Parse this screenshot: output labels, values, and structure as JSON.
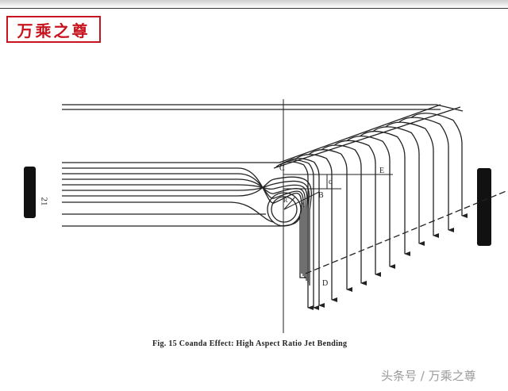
{
  "stamp": {
    "text": "万乘之尊",
    "color": "#c8141e"
  },
  "page_number": "21",
  "labels": {
    "C": "C",
    "E": "E",
    "d": "d",
    "B": "B",
    "R": "R",
    "A": "A",
    "D": "D"
  },
  "caption": "Fig. 15  Coanda Effect:  High Aspect Ratio Jet Bending",
  "watermark": "头条号 / 万乘之尊"
}
